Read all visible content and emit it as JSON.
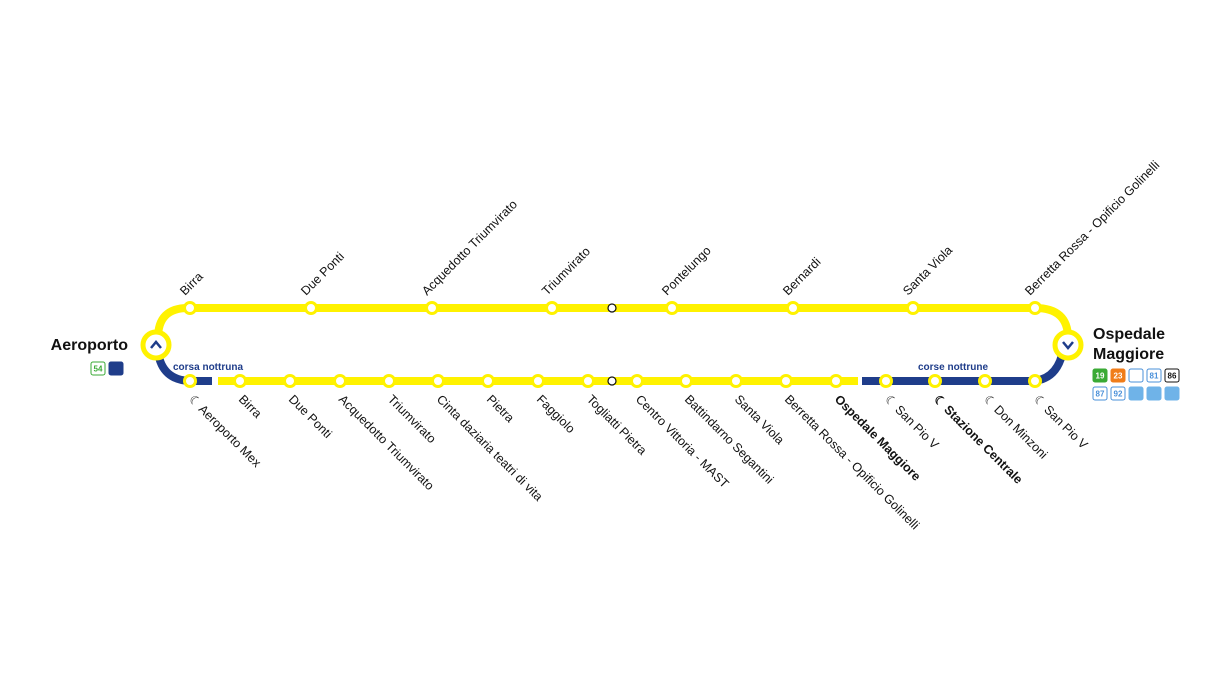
{
  "colors": {
    "line": "#fff200",
    "night": "#1f3d8a",
    "stop_fill": "#ffffff",
    "text": "#111111"
  },
  "terminals": {
    "left": {
      "name": "Aeroporto",
      "badges": [
        {
          "text": "54",
          "style": "outline-green"
        },
        {
          "text": "",
          "icon": "people-mover-icon",
          "style": "filled-navy"
        }
      ]
    },
    "right": {
      "name_line1": "Ospedale",
      "name_line2": "Maggiore",
      "badges_row1": [
        {
          "text": "19",
          "style": "filled-green"
        },
        {
          "text": "23",
          "style": "filled-orange"
        },
        {
          "text": "",
          "style": "outline-blue"
        },
        {
          "text": "81",
          "style": "outline-blue"
        },
        {
          "text": "86",
          "style": "outline-black"
        }
      ],
      "badges_row2": [
        {
          "text": "87",
          "style": "outline-blue"
        },
        {
          "text": "92",
          "style": "outline-blue"
        },
        {
          "text": "",
          "style": "filled-lightblue"
        },
        {
          "text": "",
          "style": "filled-lightblue"
        },
        {
          "text": "",
          "style": "filled-lightblue"
        }
      ]
    }
  },
  "night_labels": {
    "left": "corsa nottruna",
    "right": "corse nottrune"
  },
  "top_stops": [
    "Birra",
    "Due Ponti",
    "Acquedotto Triumvirato",
    "Triumvirato",
    "",
    "Pontelungo",
    "Bernardi",
    "Santa Viola",
    "Berretta Rossa - Opificio Golinelli"
  ],
  "bottom_stops": [
    {
      "name": "Aeroporto Mex",
      "night": true,
      "bold": false
    },
    {
      "name": "Birra",
      "night": false,
      "bold": false
    },
    {
      "name": "Due Ponti",
      "night": false,
      "bold": false
    },
    {
      "name": "Acquedotto Triumvirato",
      "night": false,
      "bold": false
    },
    {
      "name": "Triumvirato",
      "night": false,
      "bold": false
    },
    {
      "name": "Cinta daziaria teatri di vita",
      "night": false,
      "bold": false
    },
    {
      "name": "Pietra",
      "night": false,
      "bold": false
    },
    {
      "name": "Faggiolo",
      "night": false,
      "bold": false
    },
    {
      "name": "Togliatti Pietra",
      "night": false,
      "bold": false
    },
    {
      "name": "",
      "night": false,
      "bold": false
    },
    {
      "name": "Centro Vittoria - MAST",
      "night": false,
      "bold": false
    },
    {
      "name": "Battindarno Segantini",
      "night": false,
      "bold": false
    },
    {
      "name": "Santa Viola",
      "night": false,
      "bold": false
    },
    {
      "name": "Berretta Rossa - Opificio Golinelli",
      "night": false,
      "bold": false
    },
    {
      "name": "Ospedale Maggiore",
      "night": false,
      "bold": true
    },
    {
      "name": "San Pio V",
      "night": true,
      "bold": false
    },
    {
      "name": "Stazione Centrale",
      "night": true,
      "bold": true
    },
    {
      "name": "Don Minzoni",
      "night": true,
      "bold": false
    },
    {
      "name": "San Pio V",
      "night": true,
      "bold": false
    }
  ]
}
